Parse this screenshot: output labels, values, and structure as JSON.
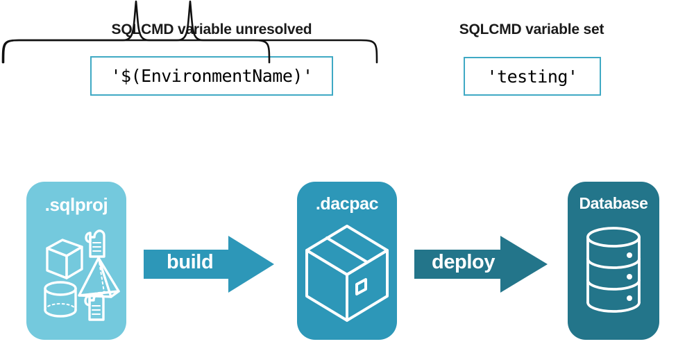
{
  "diagram": {
    "title_left": "SQLCMD variable unresolved",
    "title_right": "SQLCMD variable set",
    "code_left": "'$(EnvironmentName)'",
    "code_right": "'testing'",
    "colors": {
      "accent_border": "#3FA9C4",
      "sqlproj_fill": "#74C9DD",
      "dacpac_fill": "#2D97B8",
      "database_fill": "#23758A",
      "brace_stroke": "#111111",
      "text": "#1a1a1a",
      "card_text": "#ffffff"
    },
    "stages": [
      {
        "id": "sqlproj",
        "label": ".sqlproj",
        "icons": [
          "cube-icon",
          "scroll-icon",
          "cylinder-icon",
          "pyramid-icon",
          "scroll-icon"
        ]
      },
      {
        "id": "dacpac",
        "label": ".dacpac",
        "icons": [
          "package-box-icon"
        ]
      },
      {
        "id": "database",
        "label": "Database",
        "icons": [
          "database-cylinder-icon"
        ]
      }
    ],
    "arrows": [
      {
        "id": "build",
        "label": "build"
      },
      {
        "id": "deploy",
        "label": "deploy"
      }
    ],
    "braces": [
      {
        "id": "left-brace",
        "spans": "sqlproj-to-dacpac"
      },
      {
        "id": "right-brace",
        "spans": "dacpac-to-database"
      }
    ]
  }
}
